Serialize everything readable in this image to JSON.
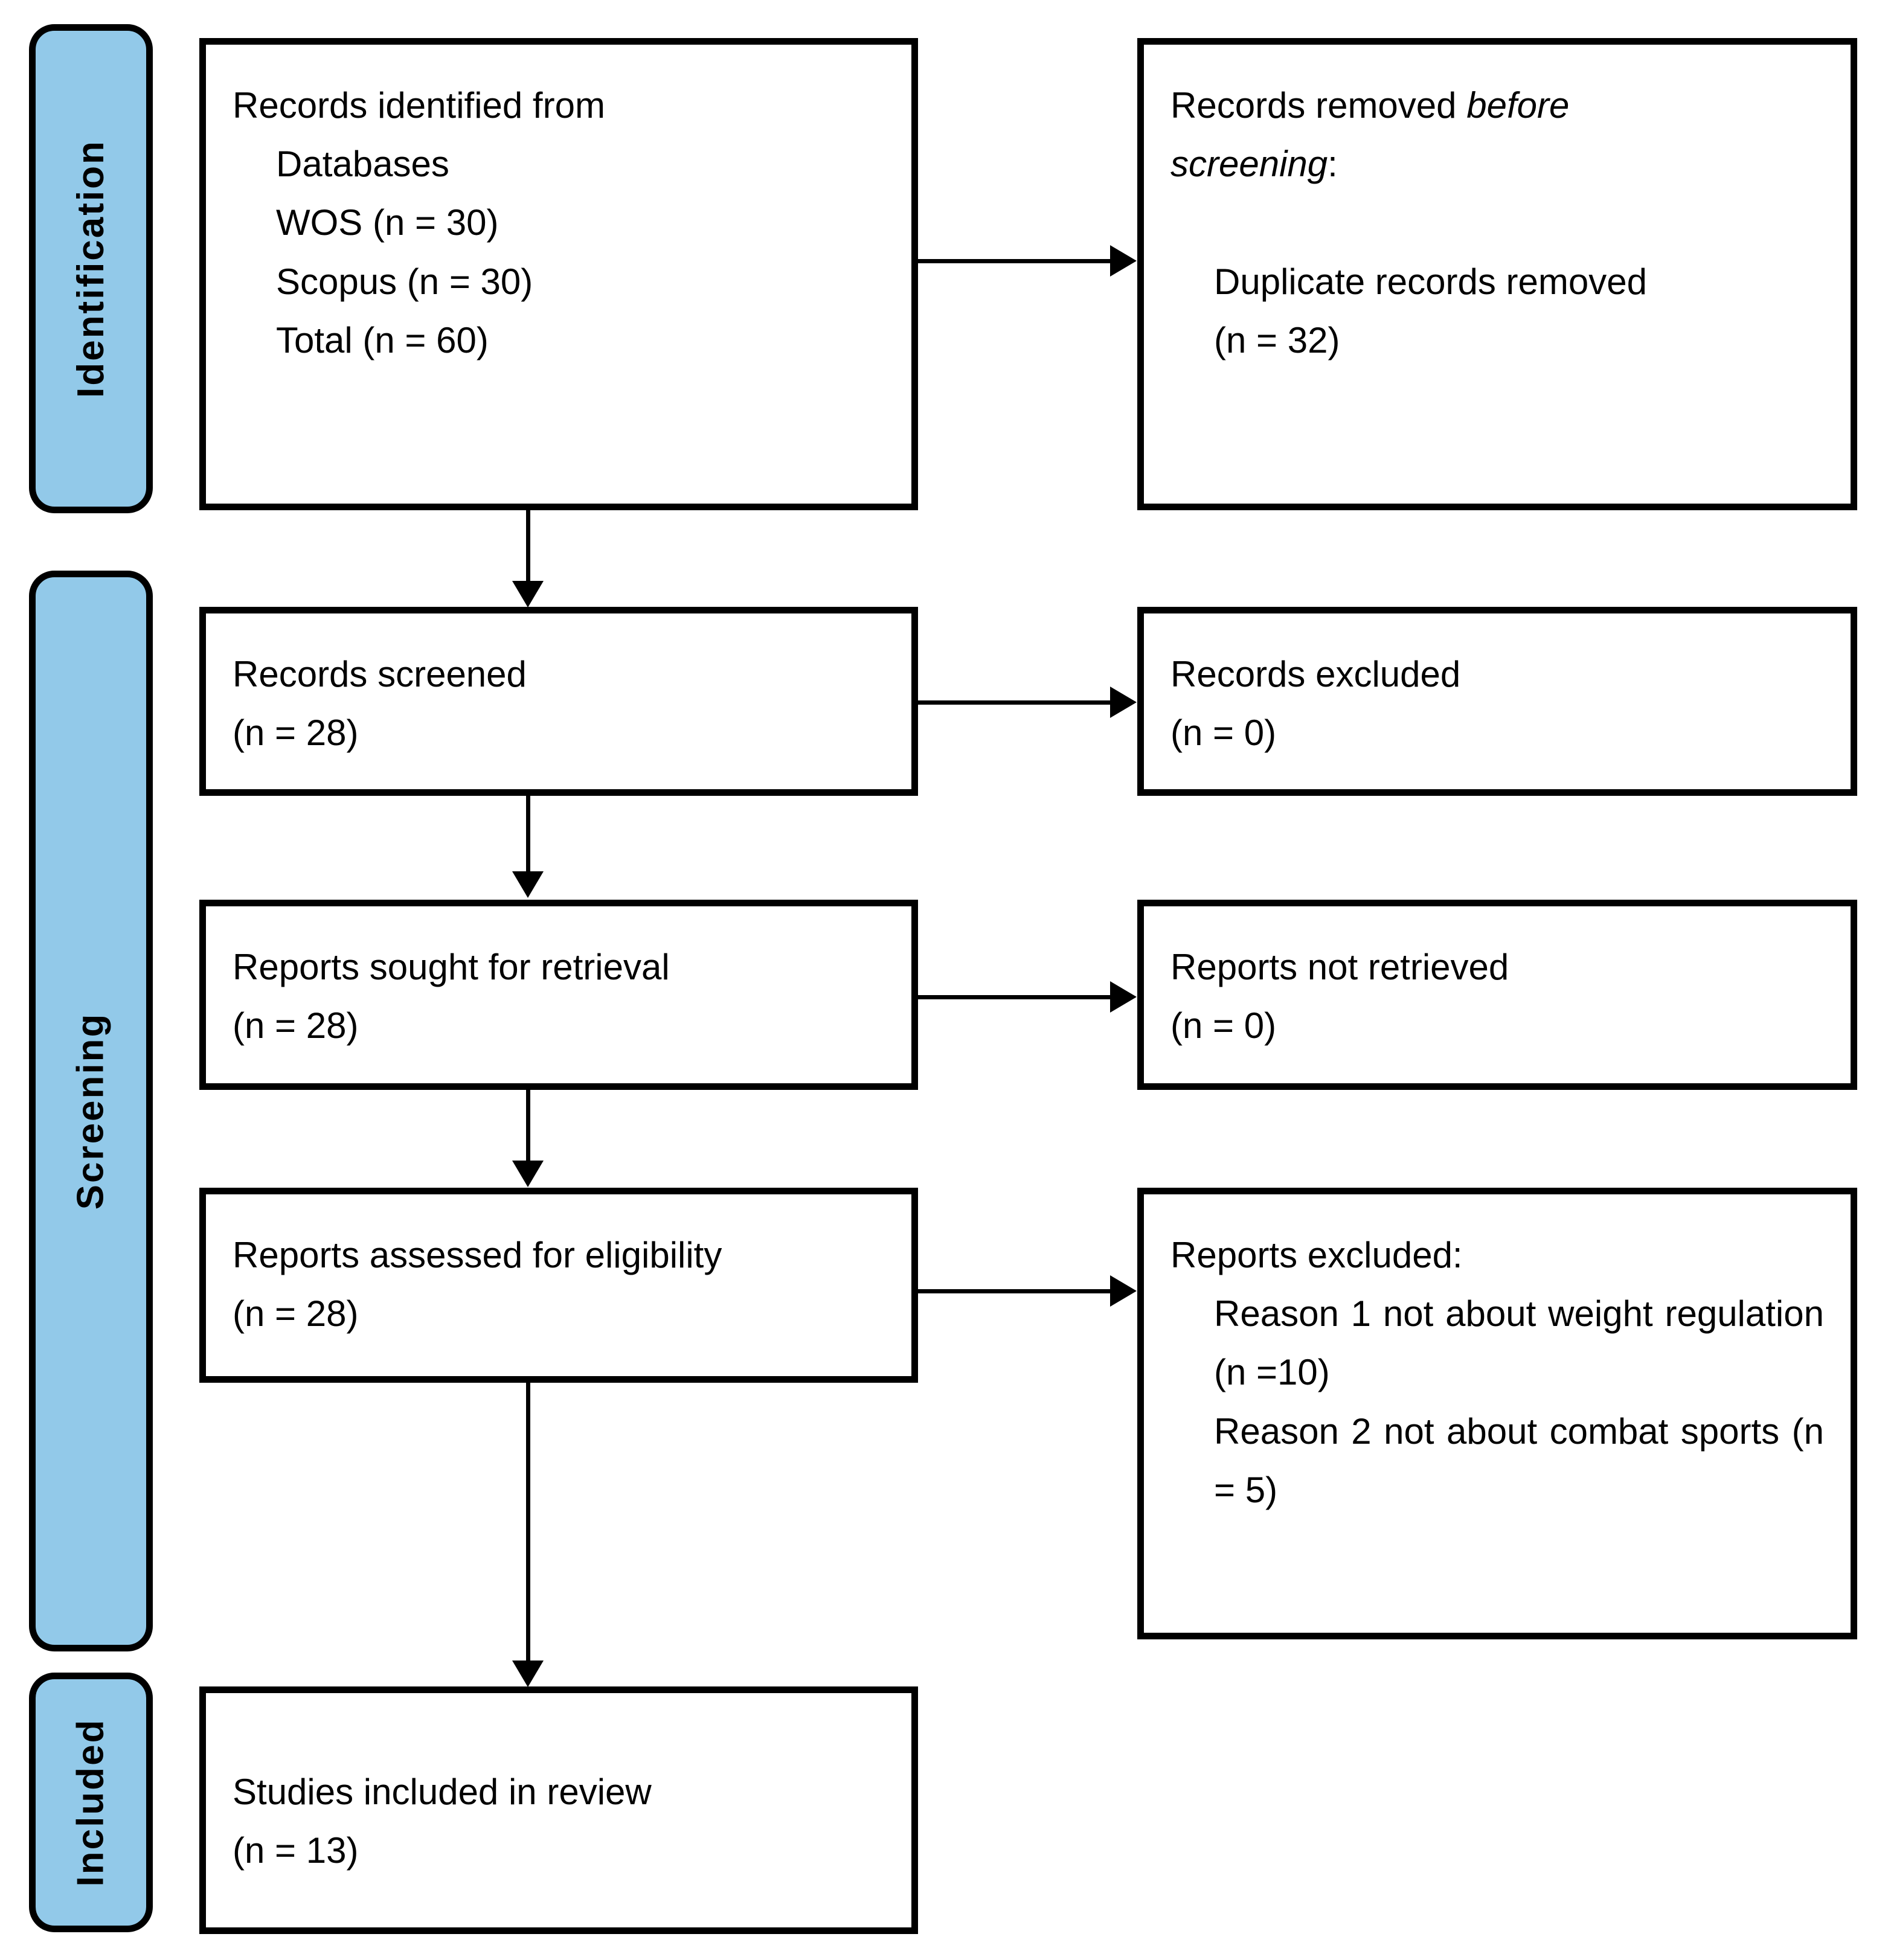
{
  "diagram": {
    "title": "PRISMA 2020 flow diagram",
    "accent_color": "#92C9E9",
    "line_color": "#000000",
    "background_color": "#FFFFFF"
  },
  "phases": [
    {
      "label": "Identification"
    },
    {
      "label": "Screening"
    },
    {
      "label": "Included"
    }
  ],
  "boxes": {
    "identified": {
      "line1": "Records identified from",
      "line2": "Databases",
      "line3": "WOS (n = 30)",
      "line4": "Scopus (n = 30)",
      "line5": "Total (n = 60)"
    },
    "removed_before_screening": {
      "line1a": "Records removed ",
      "line1b": "before",
      "line2a": "screening",
      "line2b": ":",
      "line3": "Duplicate records removed",
      "line4": "(n = 32)"
    },
    "records_screened": {
      "line1": "Records screened",
      "line2": "(n = 28)"
    },
    "records_excluded": {
      "line1": "Records excluded",
      "line2": "(n = 0)"
    },
    "reports_sought": {
      "line1": "Reports sought for retrieval",
      "line2": "(n = 28)"
    },
    "reports_not_retrieved": {
      "line1": "Reports not retrieved",
      "line2": "(n = 0)"
    },
    "reports_assessed": {
      "line1": "Reports assessed for eligibility",
      "line2": "(n = 28)"
    },
    "reports_excluded": {
      "line1": "Reports excluded:",
      "reason1": "Reason 1 not about weight regulation (n =10)",
      "reason2": "Reason 2 not about combat sports (n = 5)"
    },
    "studies_included": {
      "line1": "Studies included in review",
      "line2": "(n = 13)"
    }
  }
}
